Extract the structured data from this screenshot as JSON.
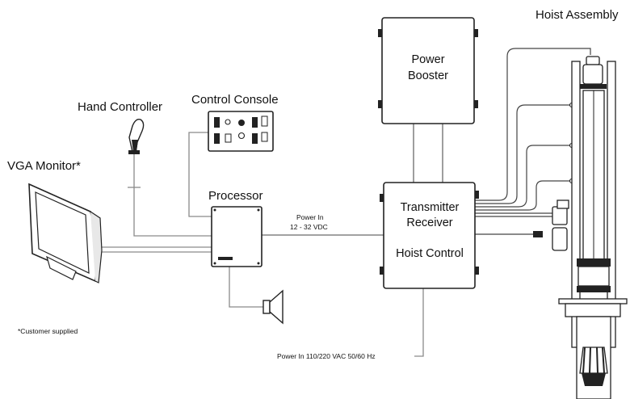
{
  "labels": {
    "hoist_assembly": "Hoist Assembly",
    "power_booster_1": "Power",
    "power_booster_2": "Booster",
    "hand_controller": "Hand Controller",
    "control_console": "Control Console",
    "vga_monitor": "VGA Monitor*",
    "processor": "Processor",
    "power_in_dc_1": "Power In",
    "power_in_dc_2": "12 - 32 VDC",
    "transmitter_1": "Transmitter",
    "transmitter_2": "Receiver",
    "hoist_control": "Hoist Control",
    "customer_supplied": "*Customer supplied",
    "power_in_ac": "Power In 110/220 VAC 50/60 Hz"
  }
}
